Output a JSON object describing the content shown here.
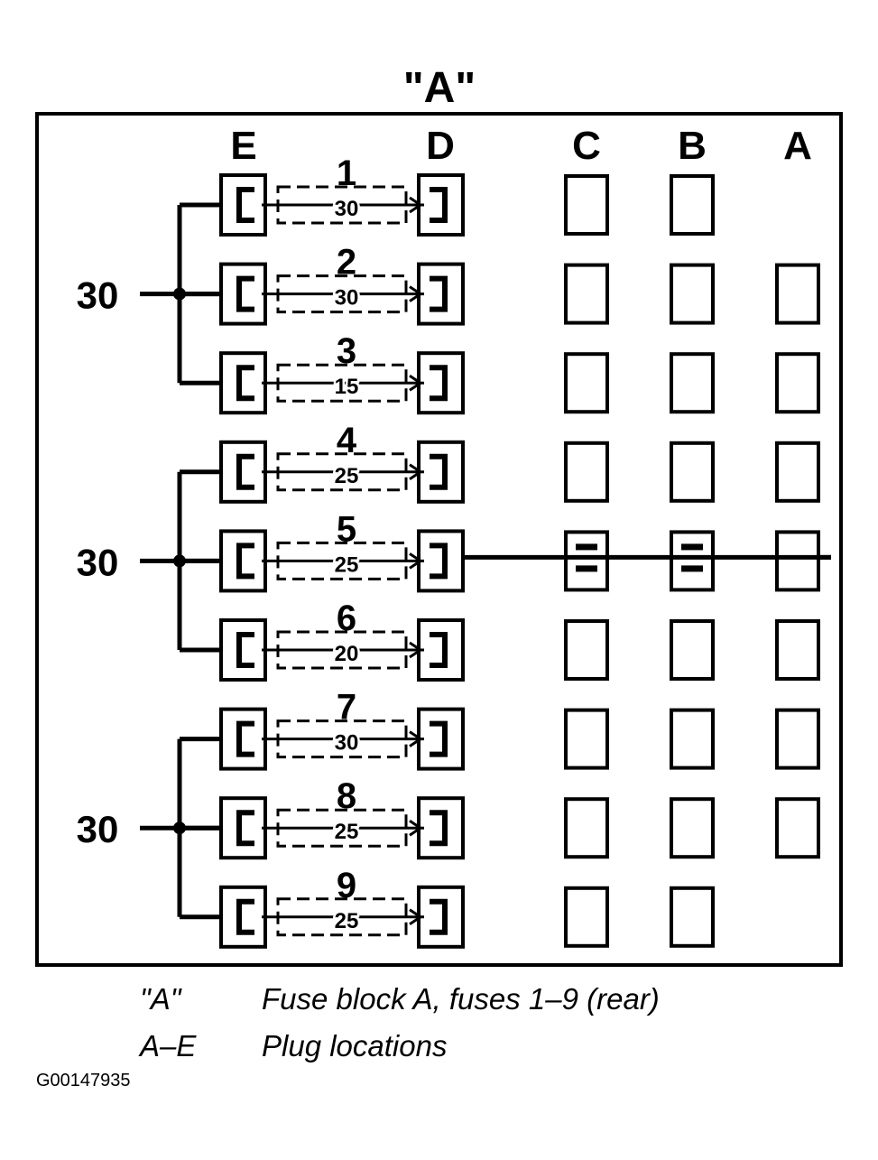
{
  "title": "\"A\"",
  "columns": [
    "E",
    "D",
    "C",
    "B",
    "A"
  ],
  "feeds": [
    {
      "label": "30",
      "fuses": [
        1,
        2,
        3
      ]
    },
    {
      "label": "30",
      "fuses": [
        4,
        5,
        6
      ]
    },
    {
      "label": "30",
      "fuses": [
        7,
        8,
        9
      ]
    }
  ],
  "fuses": [
    {
      "number": "1",
      "rating": "30"
    },
    {
      "number": "2",
      "rating": "30"
    },
    {
      "number": "3",
      "rating": "15"
    },
    {
      "number": "4",
      "rating": "25"
    },
    {
      "number": "5",
      "rating": "25"
    },
    {
      "number": "6",
      "rating": "20"
    },
    {
      "number": "7",
      "rating": "30"
    },
    {
      "number": "8",
      "rating": "25"
    },
    {
      "number": "9",
      "rating": "25"
    }
  ],
  "plug_slots": {
    "C": [
      1,
      2,
      3,
      4,
      5,
      6,
      7,
      8,
      9
    ],
    "B": [
      1,
      2,
      3,
      4,
      5,
      6,
      7,
      8,
      9
    ],
    "A": [
      2,
      3,
      4,
      5,
      6,
      7,
      8
    ]
  },
  "bus_bar_row": 5,
  "legend": [
    {
      "key": "\"A\"",
      "description": "Fuse block A, fuses 1–9 (rear)"
    },
    {
      "key": "A–E",
      "description": "Plug locations"
    }
  ],
  "figure_id": "G00147935"
}
